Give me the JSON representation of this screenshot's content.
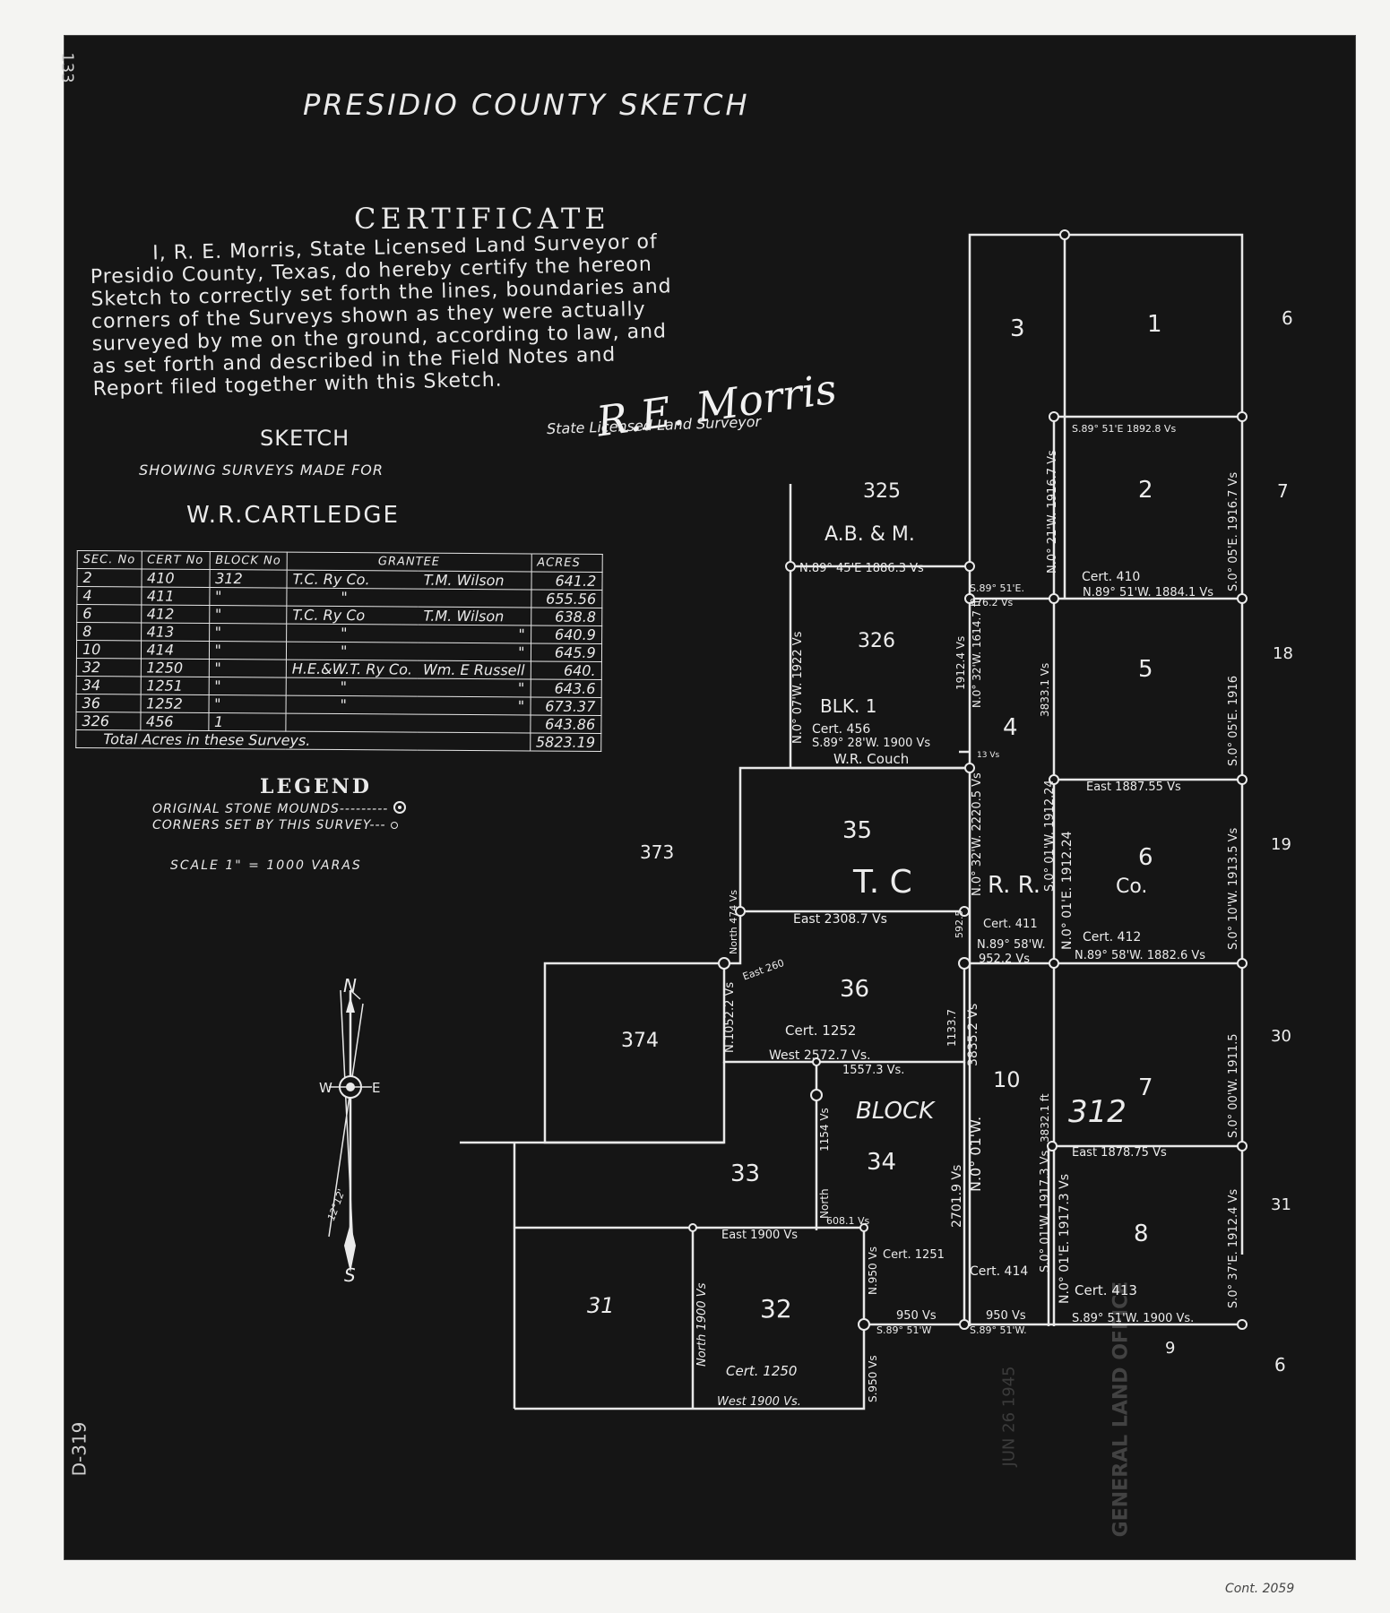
{
  "header": {
    "title": "PRESIDIO COUNTY SKETCH",
    "margin_note_top": "133",
    "margin_note_left": "D-319",
    "file_code": "Cont. 2059"
  },
  "certificate": {
    "heading": "CERTIFICATE",
    "lines": [
      "I, R. E. Morris, State Licensed Land Surveyor of",
      "Presidio County, Texas, do hereby certify the hereon",
      "Sketch to correctly set forth the lines, boundaries and",
      "corners of the Surveys shown as they were actually",
      "surveyed by me on the ground, according to law, and",
      "as set forth and described in the Field Notes and",
      "Report filed together with this Sketch."
    ],
    "signature": "R.E. Morris",
    "signature_caption": "State Licensed Land Surveyor"
  },
  "sketch": {
    "heading": "SKETCH",
    "subheading": "SHOWING SURVEYS MADE FOR",
    "owner": "W.R.CARTLEDGE"
  },
  "table": {
    "headers": [
      "SEC. No",
      "CERT No",
      "BLOCK No",
      "GRANTEE",
      "ACRES"
    ],
    "rows": [
      [
        "2",
        "410",
        "312",
        "T.C. Ry Co.",
        "T.M. Wilson",
        "641.2"
      ],
      [
        "4",
        "411",
        "\"",
        "\"",
        "",
        "655.56"
      ],
      [
        "6",
        "412",
        "\"",
        "T.C. Ry Co",
        "T.M. Wilson",
        "638.8"
      ],
      [
        "8",
        "413",
        "\"",
        "\"",
        "\"",
        "640.9"
      ],
      [
        "10",
        "414",
        "\"",
        "\"",
        "\"",
        "645.9"
      ],
      [
        "32",
        "1250",
        "\"",
        "H.E.&W.T. Ry Co.",
        "Wm. E Russell",
        "640."
      ],
      [
        "34",
        "1251",
        "\"",
        "\"",
        "\"",
        "643.6"
      ],
      [
        "36",
        "1252",
        "\"",
        "\"",
        "\"",
        "673.37"
      ],
      [
        "326",
        "456",
        "1",
        "",
        "",
        "643.86"
      ]
    ],
    "total_label": "Total Acres in these Surveys.",
    "total_value": "5823.19"
  },
  "legend": {
    "heading": "LEGEND",
    "item1": "ORIGINAL STONE MOUNDS---------",
    "item2": "CORNERS SET BY THIS SURVEY---",
    "scale": "SCALE 1\" = 1000 VARAS"
  },
  "compass": {
    "n": "N",
    "s": "S",
    "e": "E",
    "w": "W",
    "declination": "12°12'"
  },
  "map": {
    "sections": {
      "s1": "1",
      "s2": "2",
      "s3": "3",
      "s4": "4",
      "s5": "5",
      "s6": "6",
      "s7": "7",
      "s8": "8",
      "s10": "10",
      "s31": "31",
      "s32": "32",
      "s33": "33",
      "s34": "34",
      "s35": "35",
      "s36": "36",
      "s325": "325",
      "s326": "326",
      "s373": "373",
      "s374": "374"
    },
    "area_labels": {
      "abm": "A.B. & M.",
      "blk1": "BLK. 1",
      "tc": "T. C",
      "rr": "R. R.",
      "co": "Co.",
      "block": "BLOCK",
      "b312": "312",
      "wr_couch": "W.R. Couch"
    },
    "certs": {
      "c410": "Cert. 410",
      "c411": "Cert. 411",
      "c412": "Cert. 412",
      "c413": "Cert. 413",
      "c414": "Cert. 414",
      "c456": "Cert. 456",
      "c1250": "Cert. 1250",
      "c1251": "Cert. 1251",
      "c1252": "Cert. 1252"
    },
    "calls": {
      "a": "S.89° 51'E 1892.8 Vs",
      "b": "N.0° 21'W. 1916.7 Vs",
      "c": "S.0° 05'E. 1916.7 Vs",
      "d": "N.89° 45'E 1886.3 Vs",
      "e": "S.89° 51'E.",
      "f": "976.2 Vs",
      "g": "N.89° 51'W. 1884.1 Vs",
      "h": "N.0° 07'W. 1922 Vs",
      "i": "N.0° 32'W. 1614.7 ft",
      "j": "1912.4 Vs",
      "k": "3833.1 Vs",
      "l": "S.0° 05'E. 1916",
      "m": "S.89° 28'W. 1900 Vs",
      "n": "East 1887.55 Vs",
      "o": "S.0° 01'W. 1912.24",
      "p": "S.0° 10'W. 1913.5 Vs",
      "q": "N.0° 32'W. 2220.5 Vs",
      "r": "East 2308.7 Vs",
      "s": "N.89° 58'W.",
      "t": "952.2 Vs",
      "u": "N.89° 58'W. 1882.6 Vs",
      "v": "N.0° 01'E. 1912.24",
      "w": "North 474 Vs",
      "x": "East 260",
      "y": "N.1052.2 Vs",
      "z": "West 2572.7 Vs.",
      "aa": "1557.3 Vs.",
      "ab": "1154 Vs",
      "ac": "1133.7",
      "ad": "3835.2 Vs",
      "ae": "3832.1 ft",
      "af": "S.0° 00'W. 1911.5",
      "ag": "East 1878.75 Vs",
      "ah": "N.0° 01'W.",
      "ai": "2701.9 Vs",
      "aj": "S.0° 01'W. 1917.3 Vs",
      "ak": "N.0° 01'E. 1917.3 Vs",
      "al": "S.0° 37'E. 1912.4 Vs",
      "am": "North",
      "an": "608.1 Vs",
      "ao": "East 1900 Vs",
      "ap": "N.950 Vs",
      "aq": "950 Vs",
      "ar": "S.89° 51'W",
      "as": "950 Vs",
      "at": "S.89° 51'W.",
      "au": "S.89° 51'W. 1900 Vs.",
      "av": "North 1900 Vs",
      "aw": "West 1900 Vs.",
      "ax": "S.950 Vs",
      "ay": "592.5",
      "az": "13 Vs"
    },
    "margin_numbers": [
      "6",
      "7",
      "18",
      "19",
      "30",
      "31",
      "6",
      "9"
    ]
  },
  "stamp": {
    "line1": "GENERAL LAND OFFICE",
    "line2": "JUN 26 1945"
  }
}
